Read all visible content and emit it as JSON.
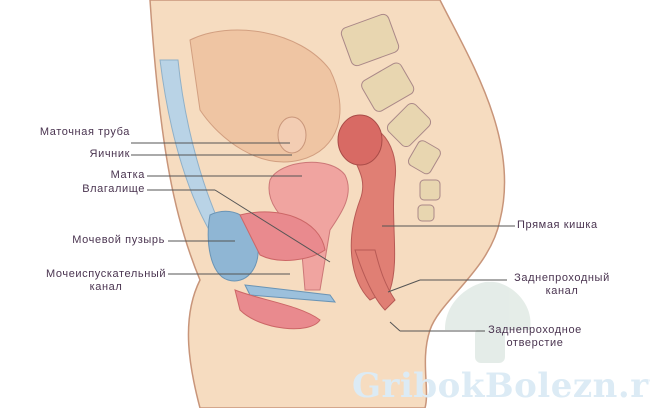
{
  "labels": {
    "fallopian_tube": "Маточная труба",
    "ovary": "Яичник",
    "uterus": "Матка",
    "vagina": "Влагалище",
    "bladder": "Мочевой пузырь",
    "urethra_line1": "Мочеиспускательный",
    "urethra_line2": "канал",
    "rectum": "Прямая кишка",
    "anal_canal_line1": "Заднепроходный",
    "anal_canal_line2": "канал",
    "anus_line1": "Заднепроходное",
    "anus_line2": "отверстие"
  },
  "watermark": "GribokBolezn.ru",
  "colors": {
    "skin": "#f6dcc0",
    "outline": "#c8957a",
    "organ": "#e98a8e",
    "bladder": "#8fb6d4",
    "label": "#4a3450",
    "leader": "#555555"
  }
}
